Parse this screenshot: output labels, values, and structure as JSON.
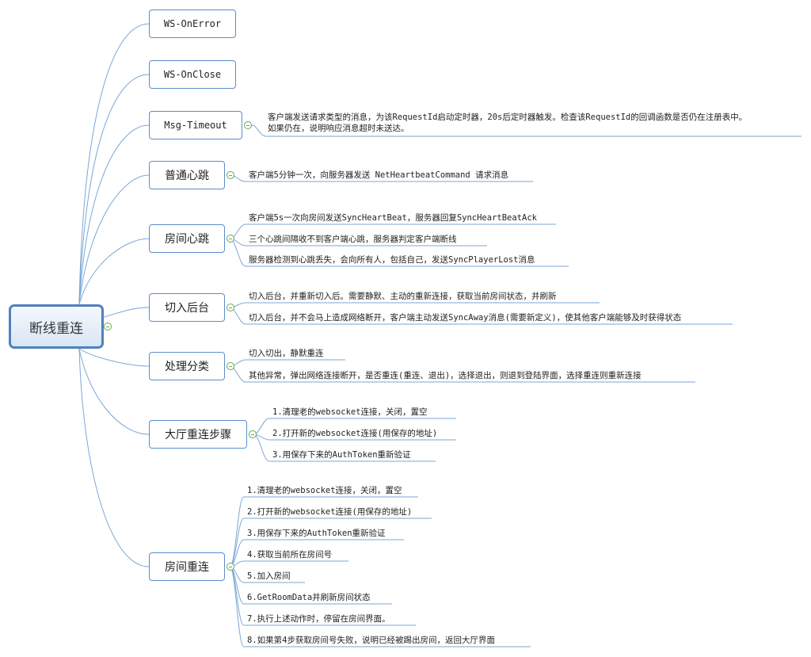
{
  "root": {
    "label": "断线重连"
  },
  "topics": [
    {
      "label": "WS-OnError",
      "items": []
    },
    {
      "label": "WS-OnClose",
      "items": []
    },
    {
      "label": "Msg-Timeout",
      "items": [
        "客户端发送请求类型的消息，为该RequestId启动定时器，20s后定时器触发。检查该RequestId的回调函数是否仍在注册表中。",
        "如果仍在，说明响应消息超时未送达。"
      ]
    },
    {
      "label": "普通心跳",
      "items": [
        "客户端5分钟一次，向服务器发送 NetHeartbeatCommand 请求消息"
      ]
    },
    {
      "label": "房间心跳",
      "items": [
        "客户端5s一次向房间发送SyncHeartBeat，服务器回复SyncHeartBeatAck",
        "三个心跳间隔收不到客户端心跳，服务器判定客户端断线",
        "服务器检测到心跳丢失，会向所有人，包括自己，发送SyncPlayerLost消息"
      ]
    },
    {
      "label": "切入后台",
      "items": [
        "切入后台，并重新切入后。需要静默、主动的重新连接，获取当前房间状态，并刷新",
        "切入后台，并不会马上造成网络断开，客户端主动发送SyncAway消息(需要新定义)，使其他客户端能够及时获得状态"
      ]
    },
    {
      "label": "处理分类",
      "items": [
        "切入切出，静默重连",
        "其他异常，弹出网络连接断开，是否重连(重连、退出)，选择退出，则退到登陆界面，选择重连则重新连接"
      ]
    },
    {
      "label": "大厅重连步骤",
      "items": [
        "1.清理老的websocket连接，关闭，置空",
        "2.打开新的websocket连接(用保存的地址)",
        "3.用保存下来的AuthToken重新验证"
      ]
    },
    {
      "label": "房间重连",
      "items": [
        "1.清理老的websocket连接，关闭，置空",
        "2.打开新的websocket连接(用保存的地址)",
        "3.用保存下来的AuthToken重新验证",
        "4.获取当前所在房间号",
        "5.加入房间",
        "6.GetRoomData并刷新房间状态",
        "7.执行上述动作时，停留在房间界面。",
        "8.如果第4步获取房间号失败，说明已经被踢出房间，返回大厅界面"
      ]
    }
  ]
}
